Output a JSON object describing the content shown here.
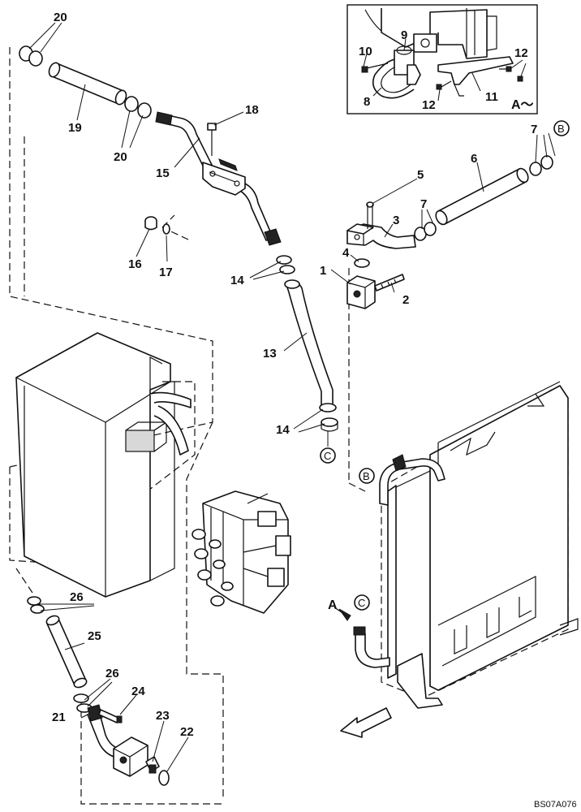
{
  "callouts": [
    {
      "id": "c1",
      "text": "1"
    },
    {
      "id": "c2",
      "text": "2"
    },
    {
      "id": "c3",
      "text": "3"
    },
    {
      "id": "c4",
      "text": "4"
    },
    {
      "id": "c5",
      "text": "5"
    },
    {
      "id": "c6",
      "text": "6"
    },
    {
      "id": "c7a",
      "text": "7"
    },
    {
      "id": "c7b",
      "text": "7"
    },
    {
      "id": "c8",
      "text": "8"
    },
    {
      "id": "c9",
      "text": "9"
    },
    {
      "id": "c10",
      "text": "10"
    },
    {
      "id": "c11",
      "text": "11"
    },
    {
      "id": "c12a",
      "text": "12"
    },
    {
      "id": "c12b",
      "text": "12"
    },
    {
      "id": "c13",
      "text": "13"
    },
    {
      "id": "c14a",
      "text": "14"
    },
    {
      "id": "c14b",
      "text": "14"
    },
    {
      "id": "c15",
      "text": "15"
    },
    {
      "id": "c16",
      "text": "16"
    },
    {
      "id": "c17",
      "text": "17"
    },
    {
      "id": "c18",
      "text": "18"
    },
    {
      "id": "c19",
      "text": "19"
    },
    {
      "id": "c20a",
      "text": "20"
    },
    {
      "id": "c20b",
      "text": "20"
    },
    {
      "id": "c21",
      "text": "21"
    },
    {
      "id": "c22",
      "text": "22"
    },
    {
      "id": "c23",
      "text": "23"
    },
    {
      "id": "c24",
      "text": "24"
    },
    {
      "id": "c25",
      "text": "25"
    },
    {
      "id": "c26a",
      "text": "26"
    },
    {
      "id": "c26b",
      "text": "26"
    }
  ],
  "connectors": {
    "b1": "B",
    "b2": "B",
    "c1": "C",
    "c2": "C"
  },
  "view_label": "A～",
  "arrow_label": "A",
  "drawing_code": "BS07A076"
}
